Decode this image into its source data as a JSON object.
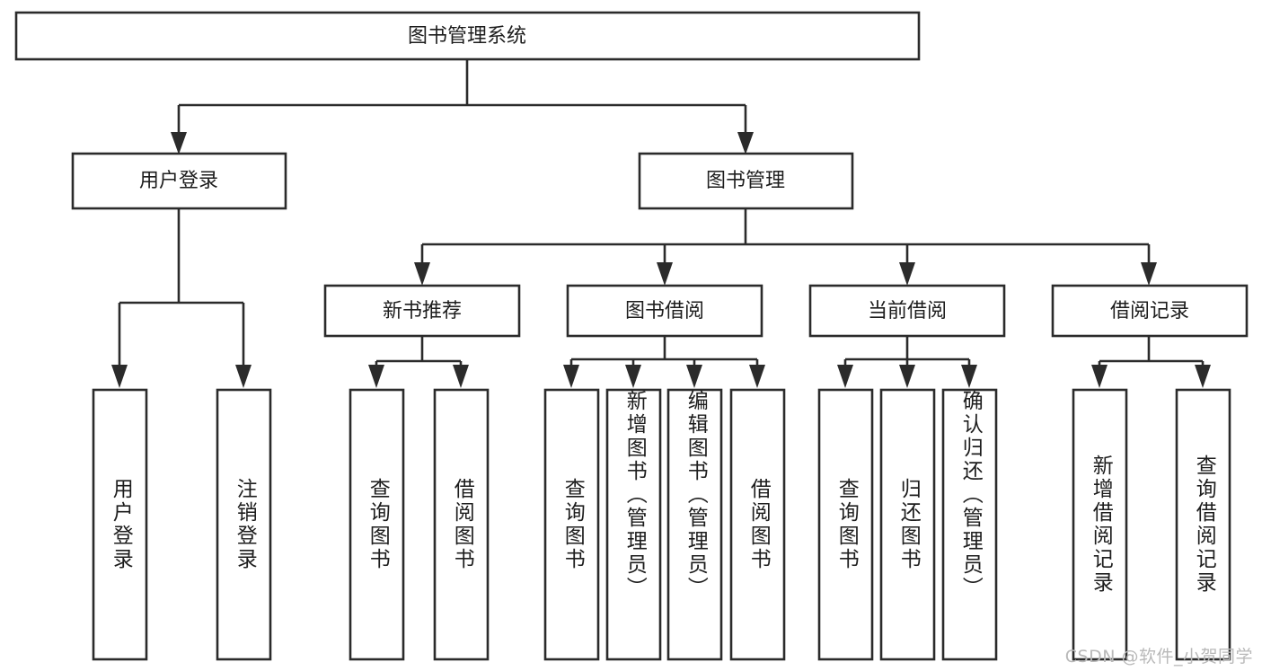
{
  "diagram": {
    "type": "tree-hierarchy-chart",
    "title": "图书管理系统",
    "orientation": "top-down",
    "colors": {
      "box_fill": "#ffffff",
      "box_stroke": "#2b2b2b",
      "text": "#1d1d1d",
      "background": "#ffffff",
      "watermark": "#b9b9b9"
    },
    "levels": {
      "root": [
        "图书管理系统"
      ],
      "level2": [
        "用户登录",
        "图书管理"
      ],
      "level3": [
        "新书推荐",
        "图书借阅",
        "当前借阅",
        "借阅记录"
      ],
      "leaves": [
        "用户登录",
        "注销登录",
        "查询图书",
        "借阅图书",
        "查询图书",
        "新增图书（管理员）",
        "编辑图书（管理员）",
        "借阅图书",
        "查询图书",
        "归还图书",
        "确认归还（管理员）",
        "新增借阅记录",
        "查询借阅记录"
      ]
    },
    "nodes": {
      "root": {
        "label": "图书管理系统"
      },
      "user_login": {
        "label": "用户登录"
      },
      "book_manage": {
        "label": "图书管理"
      },
      "new_book_rec": {
        "label": "新书推荐"
      },
      "book_borrow": {
        "label": "图书借阅"
      },
      "current_borrow": {
        "label": "当前借阅"
      },
      "borrow_record": {
        "label": "借阅记录"
      },
      "leaf_user_login": {
        "label": "用户登录"
      },
      "leaf_logout": {
        "label": "注销登录"
      },
      "leaf_query_book_a": {
        "label": "查询图书"
      },
      "leaf_borrow_book_a": {
        "label": "借阅图书"
      },
      "leaf_query_book_b": {
        "label": "查询图书"
      },
      "leaf_add_book": {
        "label": "新增图书（管理员）"
      },
      "leaf_edit_book": {
        "label": "编辑图书（管理员）"
      },
      "leaf_borrow_book_b": {
        "label": "借阅图书"
      },
      "leaf_query_book_c": {
        "label": "查询图书"
      },
      "leaf_return_book": {
        "label": "归还图书"
      },
      "leaf_confirm_return": {
        "label": "确认归还（管理员）"
      },
      "leaf_add_record": {
        "label": "新增借阅记录"
      },
      "leaf_query_record": {
        "label": "查询借阅记录"
      }
    }
  },
  "watermark": {
    "text": "CSDN @软件_小贺同学"
  }
}
